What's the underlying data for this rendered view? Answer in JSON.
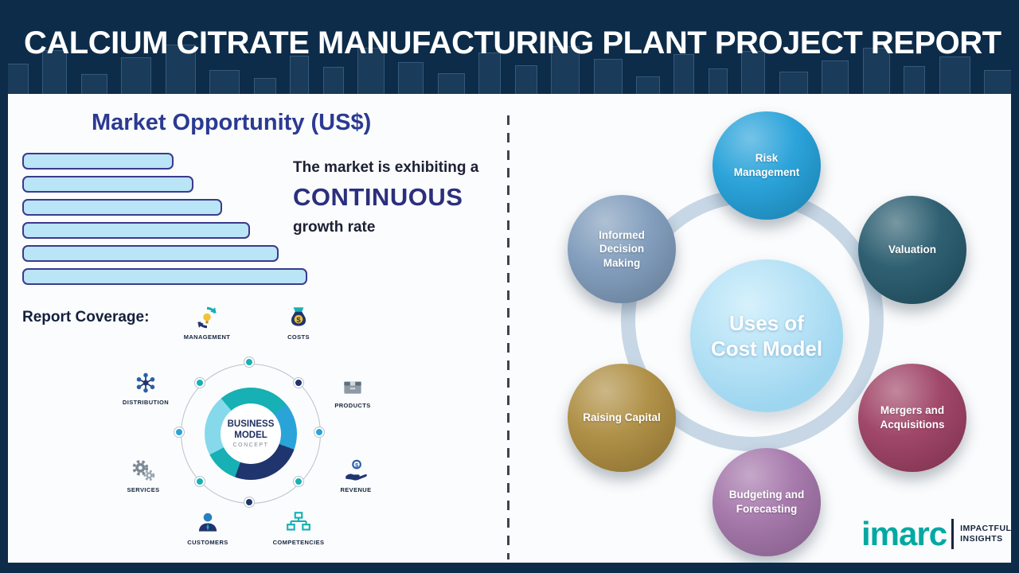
{
  "header": {
    "title": "CALCIUM CITRATE MANUFACTURING PLANT PROJECT REPORT"
  },
  "chart_data": {
    "type": "bar",
    "orientation": "horizontal",
    "title": "Market Opportunity (US$)",
    "values": [
      53,
      60,
      70,
      80,
      90,
      100
    ],
    "bar_fill": "#b9e5f6",
    "bar_border": "#3c3a8c",
    "note": "decorative bar chart, no axis or tick labels shown"
  },
  "market_opportunity": {
    "heading": "Market Opportunity (US$)",
    "growth_line1": "The market is exhibiting a",
    "growth_emphasis": "CONTINUOUS",
    "growth_line2": "growth rate"
  },
  "report_coverage": {
    "label": "Report Coverage:",
    "center_title_top": "BUSINESS",
    "center_title_bottom": "MODEL",
    "center_subtitle": "CONCEPT",
    "items": [
      {
        "label": "MANAGEMENT"
      },
      {
        "label": "COSTS"
      },
      {
        "label": "DISTRIBUTION"
      },
      {
        "label": "PRODUCTS"
      },
      {
        "label": "SERVICES"
      },
      {
        "label": "REVENUE"
      },
      {
        "label": "CUSTOMERS"
      },
      {
        "label": "COMPETENCIES"
      }
    ]
  },
  "cost_model": {
    "center_line1": "Uses of",
    "center_line2": "Cost Model",
    "ring_color": "#c7d7e5",
    "center_color": "#a5dcf4",
    "items": [
      {
        "label": "Risk Management",
        "color": "#219fd8"
      },
      {
        "label": "Valuation",
        "color": "#24586b"
      },
      {
        "label": "Mergers and Acquisitions",
        "color": "#9c3e61"
      },
      {
        "label": "Budgeting and Forecasting",
        "color": "#a273a8"
      },
      {
        "label": "Raising Capital",
        "color": "#ac8b3e"
      },
      {
        "label": "Informed Decision Making",
        "color": "#7d9aba"
      }
    ]
  },
  "logo": {
    "brand": "imarc",
    "tagline_line1": "IMPACTFUL",
    "tagline_line2": "INSIGHTS"
  }
}
